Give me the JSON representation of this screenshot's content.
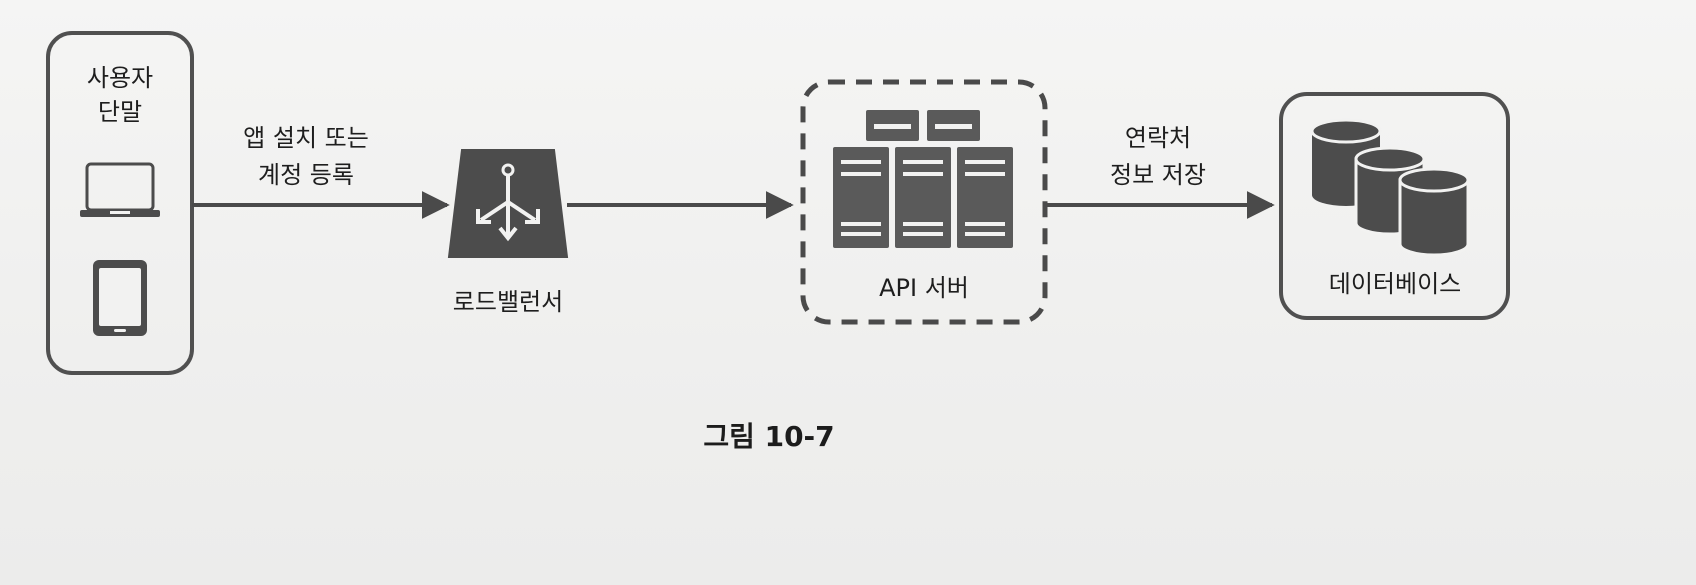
{
  "nodes": {
    "client": {
      "label_lines": [
        "사용자",
        "단말"
      ],
      "icons": [
        "laptop-icon",
        "tablet-icon"
      ]
    },
    "load_balancer": {
      "label": "로드밸런서",
      "icon": "load-balancer-icon"
    },
    "api_server": {
      "label": "API 서버",
      "icon": "server-rack-icon"
    },
    "database": {
      "label": "데이터베이스",
      "icon": "database-cluster-icon"
    }
  },
  "edges": [
    {
      "from": "client",
      "to": "load_balancer",
      "label_lines": [
        "앱 설치 또는",
        "계정 등록"
      ]
    },
    {
      "from": "load_balancer",
      "to": "api_server",
      "label_lines": []
    },
    {
      "from": "api_server",
      "to": "database",
      "label_lines": [
        "연락처",
        "정보 저장"
      ]
    }
  ],
  "caption": "그림 10-7",
  "colors": {
    "ink": "#4a4a4a",
    "node_border": "#505050",
    "icon_fill": "#4c4c4c",
    "server_fill": "#5a5a5a"
  }
}
